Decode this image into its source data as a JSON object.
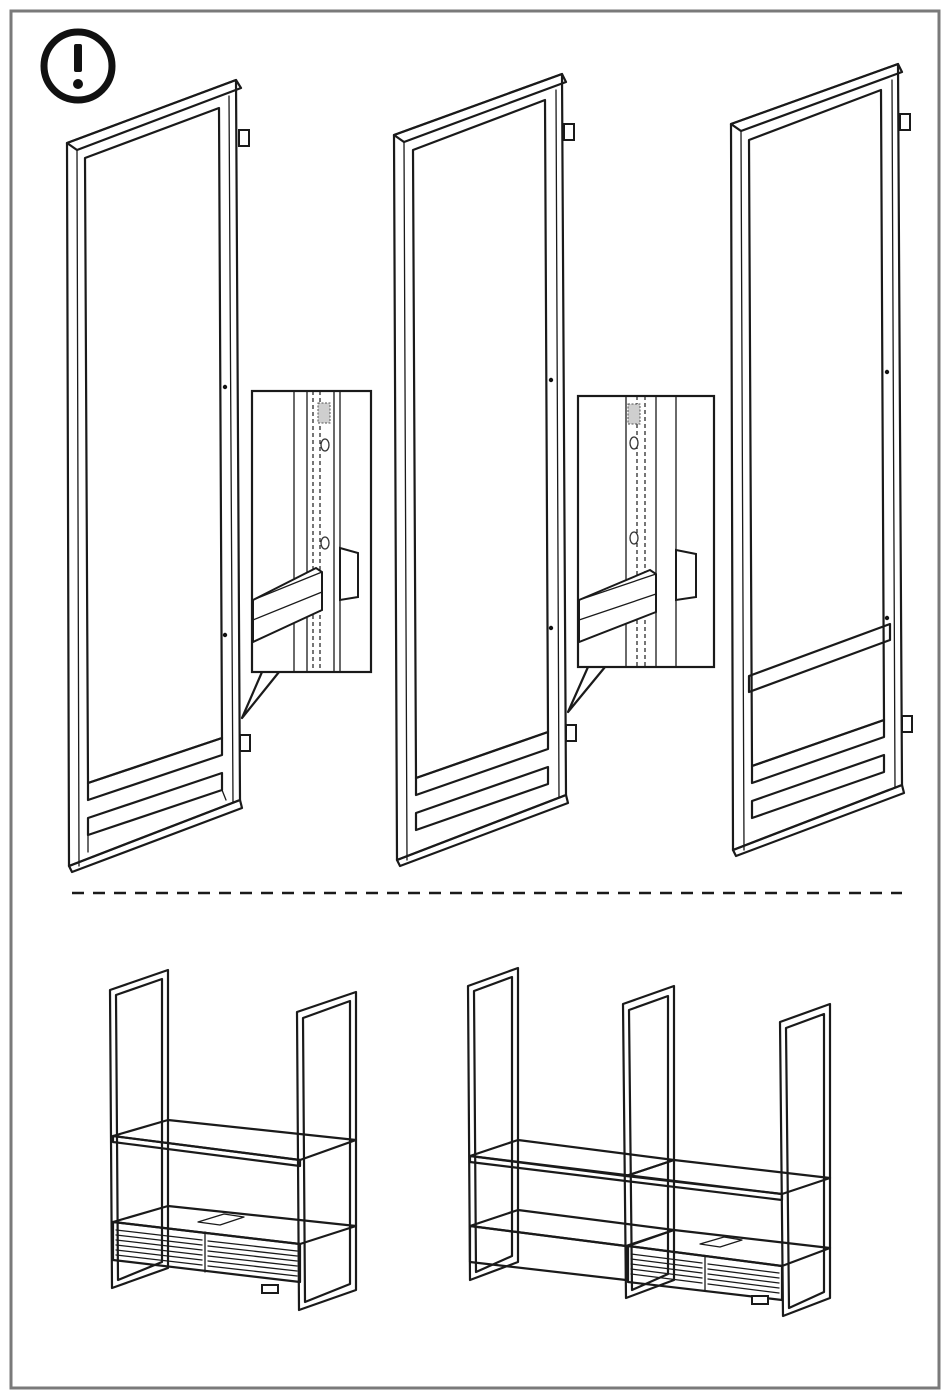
{
  "page": {
    "border_color": "#7a7a7a",
    "line_color": "#1a1a1a",
    "background": "#ffffff"
  },
  "icons": {
    "warning": "exclamation-circle-icon"
  },
  "panels": {
    "top": {
      "frames": 3,
      "detail_callouts": 2
    },
    "bottom": {
      "configurations": 2
    }
  }
}
